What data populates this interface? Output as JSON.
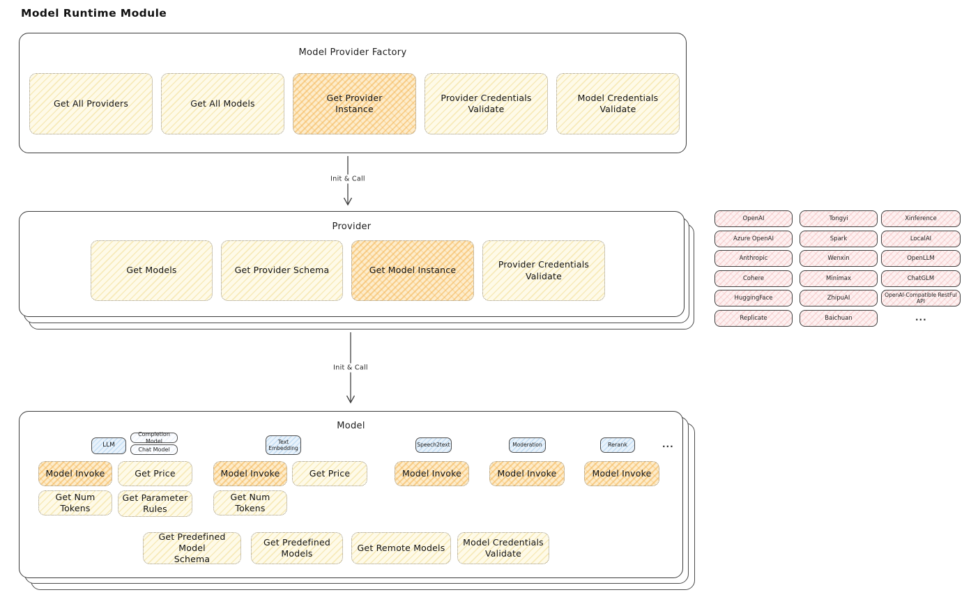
{
  "page": {
    "title": "Model Runtime Module"
  },
  "colors": {
    "background": "#ffffff",
    "box_border": "#3a3a3a",
    "button_yellow": "#fefae8",
    "button_yellow_hatch": "#f0d680",
    "button_highlight_orange": "#fdeccb",
    "button_highlight_hatch": "#f4b552",
    "provider_pink": "#fdf1f1",
    "provider_pink_hatch": "#eea8a8",
    "badge_blue": "#e8f2fb",
    "badge_blue_hatch": "#94c3ec",
    "text": "#1d1d1d"
  },
  "arrows": [
    {
      "label": "Init & Call"
    },
    {
      "label": "Init & Call"
    }
  ],
  "factory": {
    "title": "Model Provider Factory",
    "buttons": [
      {
        "label": "Get All Providers",
        "highlighted": false
      },
      {
        "label": "Get All Models",
        "highlighted": false
      },
      {
        "label": "Get Provider\nInstance",
        "highlighted": true
      },
      {
        "label": "Provider Credentials\nValidate",
        "highlighted": false
      },
      {
        "label": "Model Credentials\nValidate",
        "highlighted": false
      }
    ]
  },
  "provider": {
    "title": "Provider",
    "buttons": [
      {
        "label": "Get Models",
        "highlighted": false
      },
      {
        "label": "Get Provider Schema",
        "highlighted": false
      },
      {
        "label": "Get Model Instance",
        "highlighted": true
      },
      {
        "label": "Provider Credentials\nValidate",
        "highlighted": false
      }
    ]
  },
  "providers_grid": {
    "col1": [
      "OpenAI",
      "Azure OpenAI",
      "Anthropic",
      "Cohere",
      "HuggingFace",
      "Replicate"
    ],
    "col2": [
      "Tongyi",
      "Spark",
      "Wenxin",
      "Minimax",
      "ZhipuAI",
      "Baichuan"
    ],
    "col3": [
      "Xinference",
      "LocalAI",
      "OpenLLM",
      "ChatGLM",
      "OpenAI-Compatible RestFul API"
    ],
    "more": "..."
  },
  "model": {
    "title": "Model",
    "types": [
      "LLM",
      "Completion Model",
      "Chat Model",
      "Text\nEmbedding",
      "Speech2text",
      "Moderation",
      "Rerank"
    ],
    "types_more": "...",
    "functions": [
      {
        "label": "Model Invoke",
        "highlighted": true
      },
      {
        "label": "Get Price",
        "highlighted": false
      },
      {
        "label": "Model Invoke",
        "highlighted": true
      },
      {
        "label": "Get Price",
        "highlighted": false
      },
      {
        "label": "Model Invoke",
        "highlighted": true
      },
      {
        "label": "Model Invoke",
        "highlighted": true
      },
      {
        "label": "Model Invoke",
        "highlighted": true
      },
      {
        "label": "Get Num Tokens",
        "highlighted": false
      },
      {
        "label": "Get Parameter\nRules",
        "highlighted": false
      },
      {
        "label": "Get Num Tokens",
        "highlighted": false
      },
      {
        "label": "Get Predefined Model\nSchema",
        "highlighted": false
      },
      {
        "label": "Get Predefined\nModels",
        "highlighted": false
      },
      {
        "label": "Get Remote Models",
        "highlighted": false
      },
      {
        "label": "Model Credentials\nValidate",
        "highlighted": false
      }
    ]
  }
}
